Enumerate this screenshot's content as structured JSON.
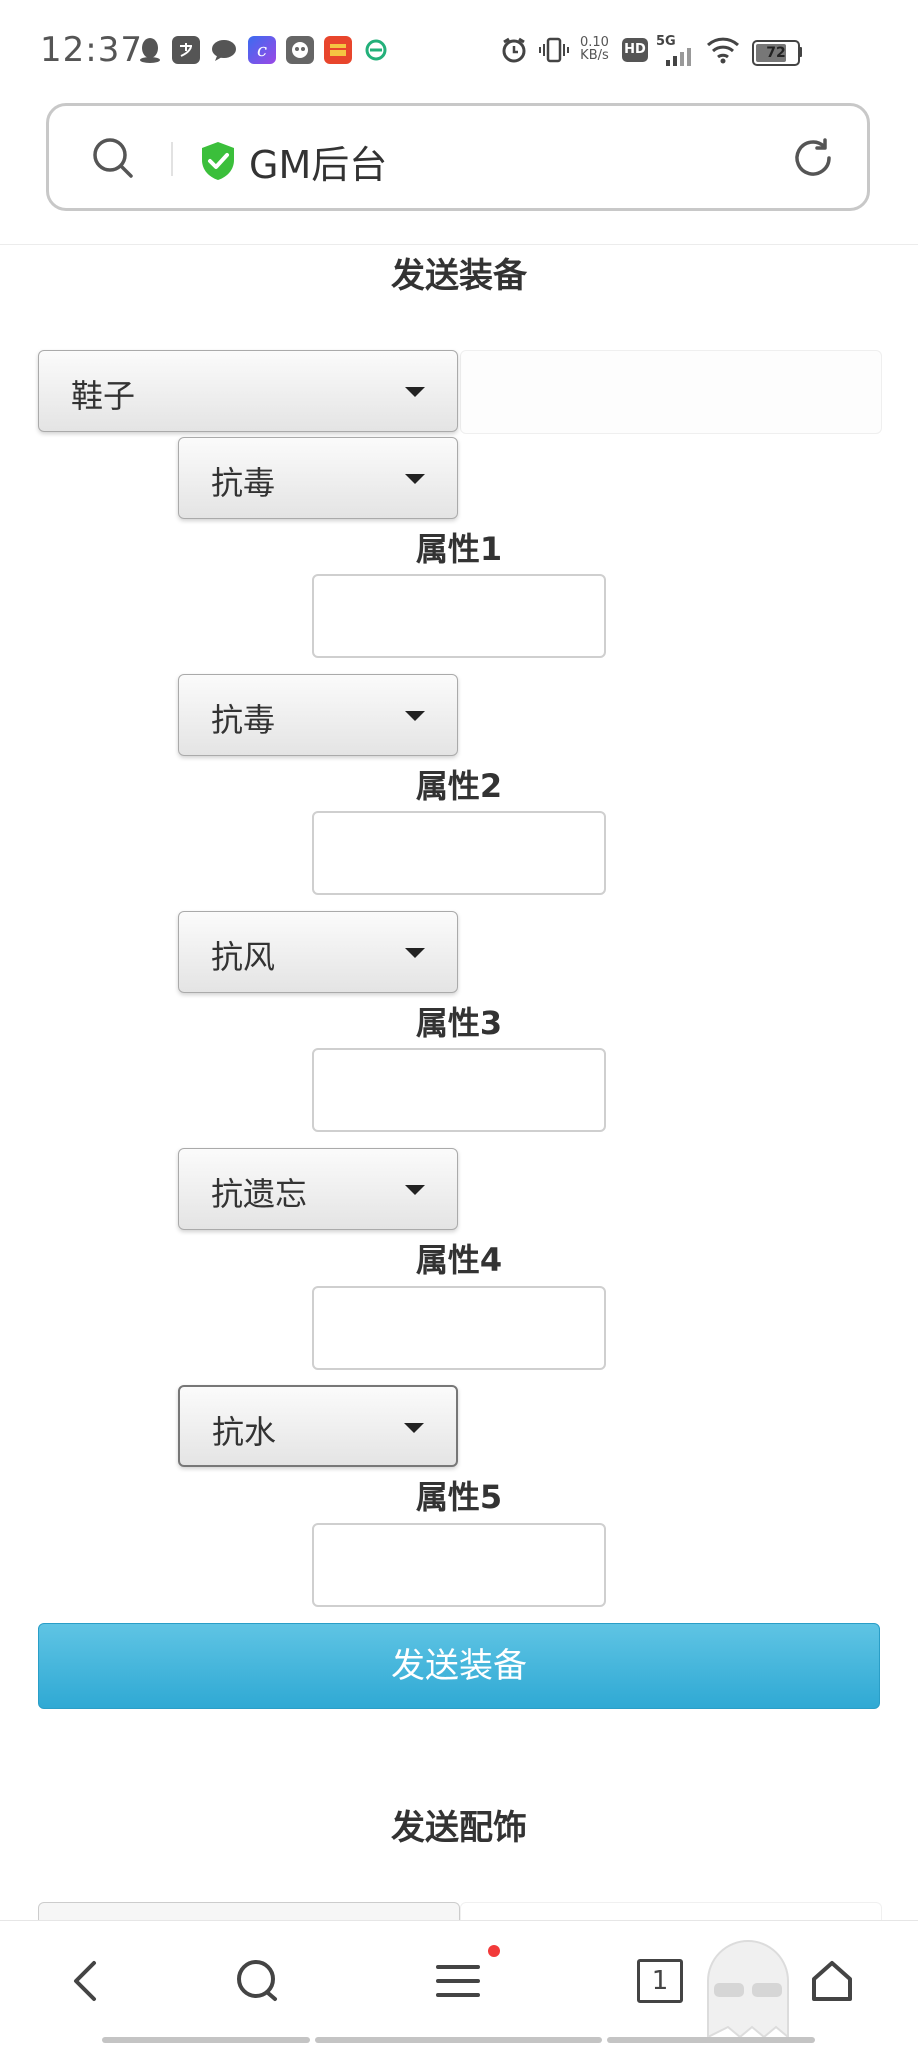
{
  "status_bar": {
    "time": "12:37",
    "net_speed_value": "0.10",
    "net_speed_unit": "KB/s",
    "hd_label": "HD",
    "network": "5G",
    "battery": "72",
    "app_icons": [
      "qq-icon",
      "alipay-icon",
      "message-icon",
      "c-app-icon",
      "game-icon",
      "lottery-icon",
      "edge-icon"
    ]
  },
  "browser": {
    "address_title": "GM后台"
  },
  "equipment_section": {
    "title": "发送装备",
    "slot_select": "鞋子",
    "attributes": [
      {
        "type": "抗毒",
        "label": "属性1",
        "value": ""
      },
      {
        "type": "抗毒",
        "label": "属性2",
        "value": ""
      },
      {
        "type": "抗风",
        "label": "属性3",
        "value": ""
      },
      {
        "type": "抗遗忘",
        "label": "属性4",
        "value": ""
      },
      {
        "type": "抗水",
        "label": "属性5",
        "value": ""
      }
    ],
    "send_button": "发送装备"
  },
  "accessory_section": {
    "title": "发送配饰"
  },
  "bottom_nav": {
    "tab_count": "1",
    "colors": {
      "notification_dot": "#f23a3a"
    }
  },
  "colors": {
    "primary_button": "#3fb3db",
    "shield": "#3bbf3b"
  }
}
